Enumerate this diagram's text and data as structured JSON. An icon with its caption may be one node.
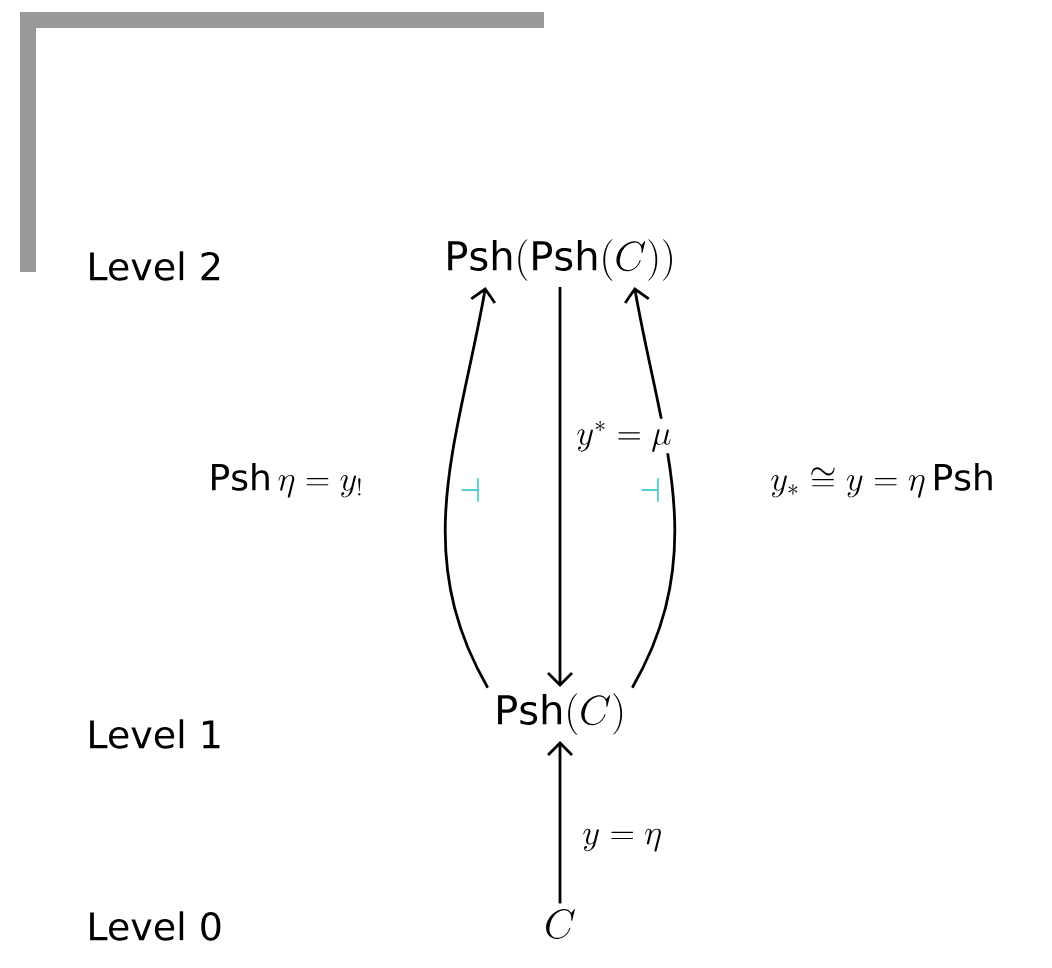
{
  "diagram": {
    "nodes": [
      {
        "text": [
          "\\mathrm{Psh}(\\mathrm{Psh}(C))"
        ]
      },
      {
        "text": [
          "\\mathrm{Psh}(C)"
        ]
      },
      {
        "text": [
          "C"
        ]
      }
    ],
    "edges": [
      {
        "from": 1,
        "to": 0,
        "arrow": "to",
        "label": "\\mathrm{Psh}\\,\\eta = y_!"
      },
      {
        "from": 0,
        "to": 1,
        "arrow": "to",
        "label": "y^* = \\mu"
      },
      {
        "from": 1,
        "to": 0,
        "arrow": "to",
        "label": "y_* \\cong y = \\eta\\,\\mathrm{Psh}"
      },
      {
        "from": 2,
        "to": 1,
        "arrow": "to",
        "label": "y = \\eta"
      }
    ],
    "labels": [
      "Level 2",
      "Level 1",
      "Level 0",
      "\\dashv",
      "\\dashv"
    ]
  }
}
